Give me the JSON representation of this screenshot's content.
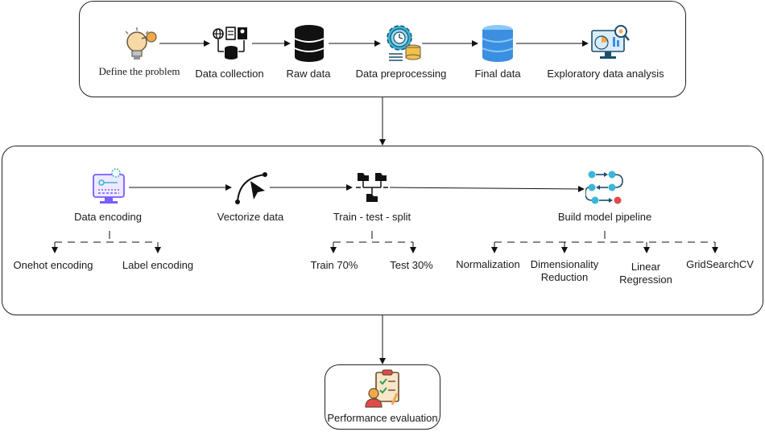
{
  "pipeline": {
    "top_stages": [
      {
        "label": "Define the problem",
        "icon": "lightbulb-icon"
      },
      {
        "label": "Data collection",
        "icon": "data-collection-icon"
      },
      {
        "label": "Raw data",
        "icon": "database-icon"
      },
      {
        "label": "Data preprocessing",
        "icon": "gear-database-icon"
      },
      {
        "label": "Final data",
        "icon": "database-icon"
      },
      {
        "label": "Exploratory data analysis",
        "icon": "monitor-chart-icon"
      }
    ],
    "middle_stages": [
      {
        "label": "Data encoding",
        "icon": "encoding-monitor-icon"
      },
      {
        "label": "Vectorize data",
        "icon": "vector-pen-icon"
      },
      {
        "label": "Train - test - split",
        "icon": "folder-split-icon"
      },
      {
        "label": "Build model pipeline",
        "icon": "pipeline-nodes-icon"
      }
    ],
    "encoding_options": [
      "Onehot encoding",
      "Label encoding"
    ],
    "split_options": [
      "Train 70%",
      "Test 30%"
    ],
    "model_steps": [
      "Normalization",
      "Dimensionality Reduction",
      "Linear Regression",
      "GridSearchCV"
    ],
    "final_stage": {
      "label": "Performance evaluation",
      "icon": "clipboard-evaluation-icon"
    }
  },
  "colors": {
    "line": "#111111",
    "db_dark": "#111111",
    "db_blue": "#3b8fe0",
    "accent_orange": "#f0a94a",
    "accent_cyan": "#3bb6d8",
    "accent_purple": "#7a5cff",
    "accent_red": "#e24b4b"
  }
}
